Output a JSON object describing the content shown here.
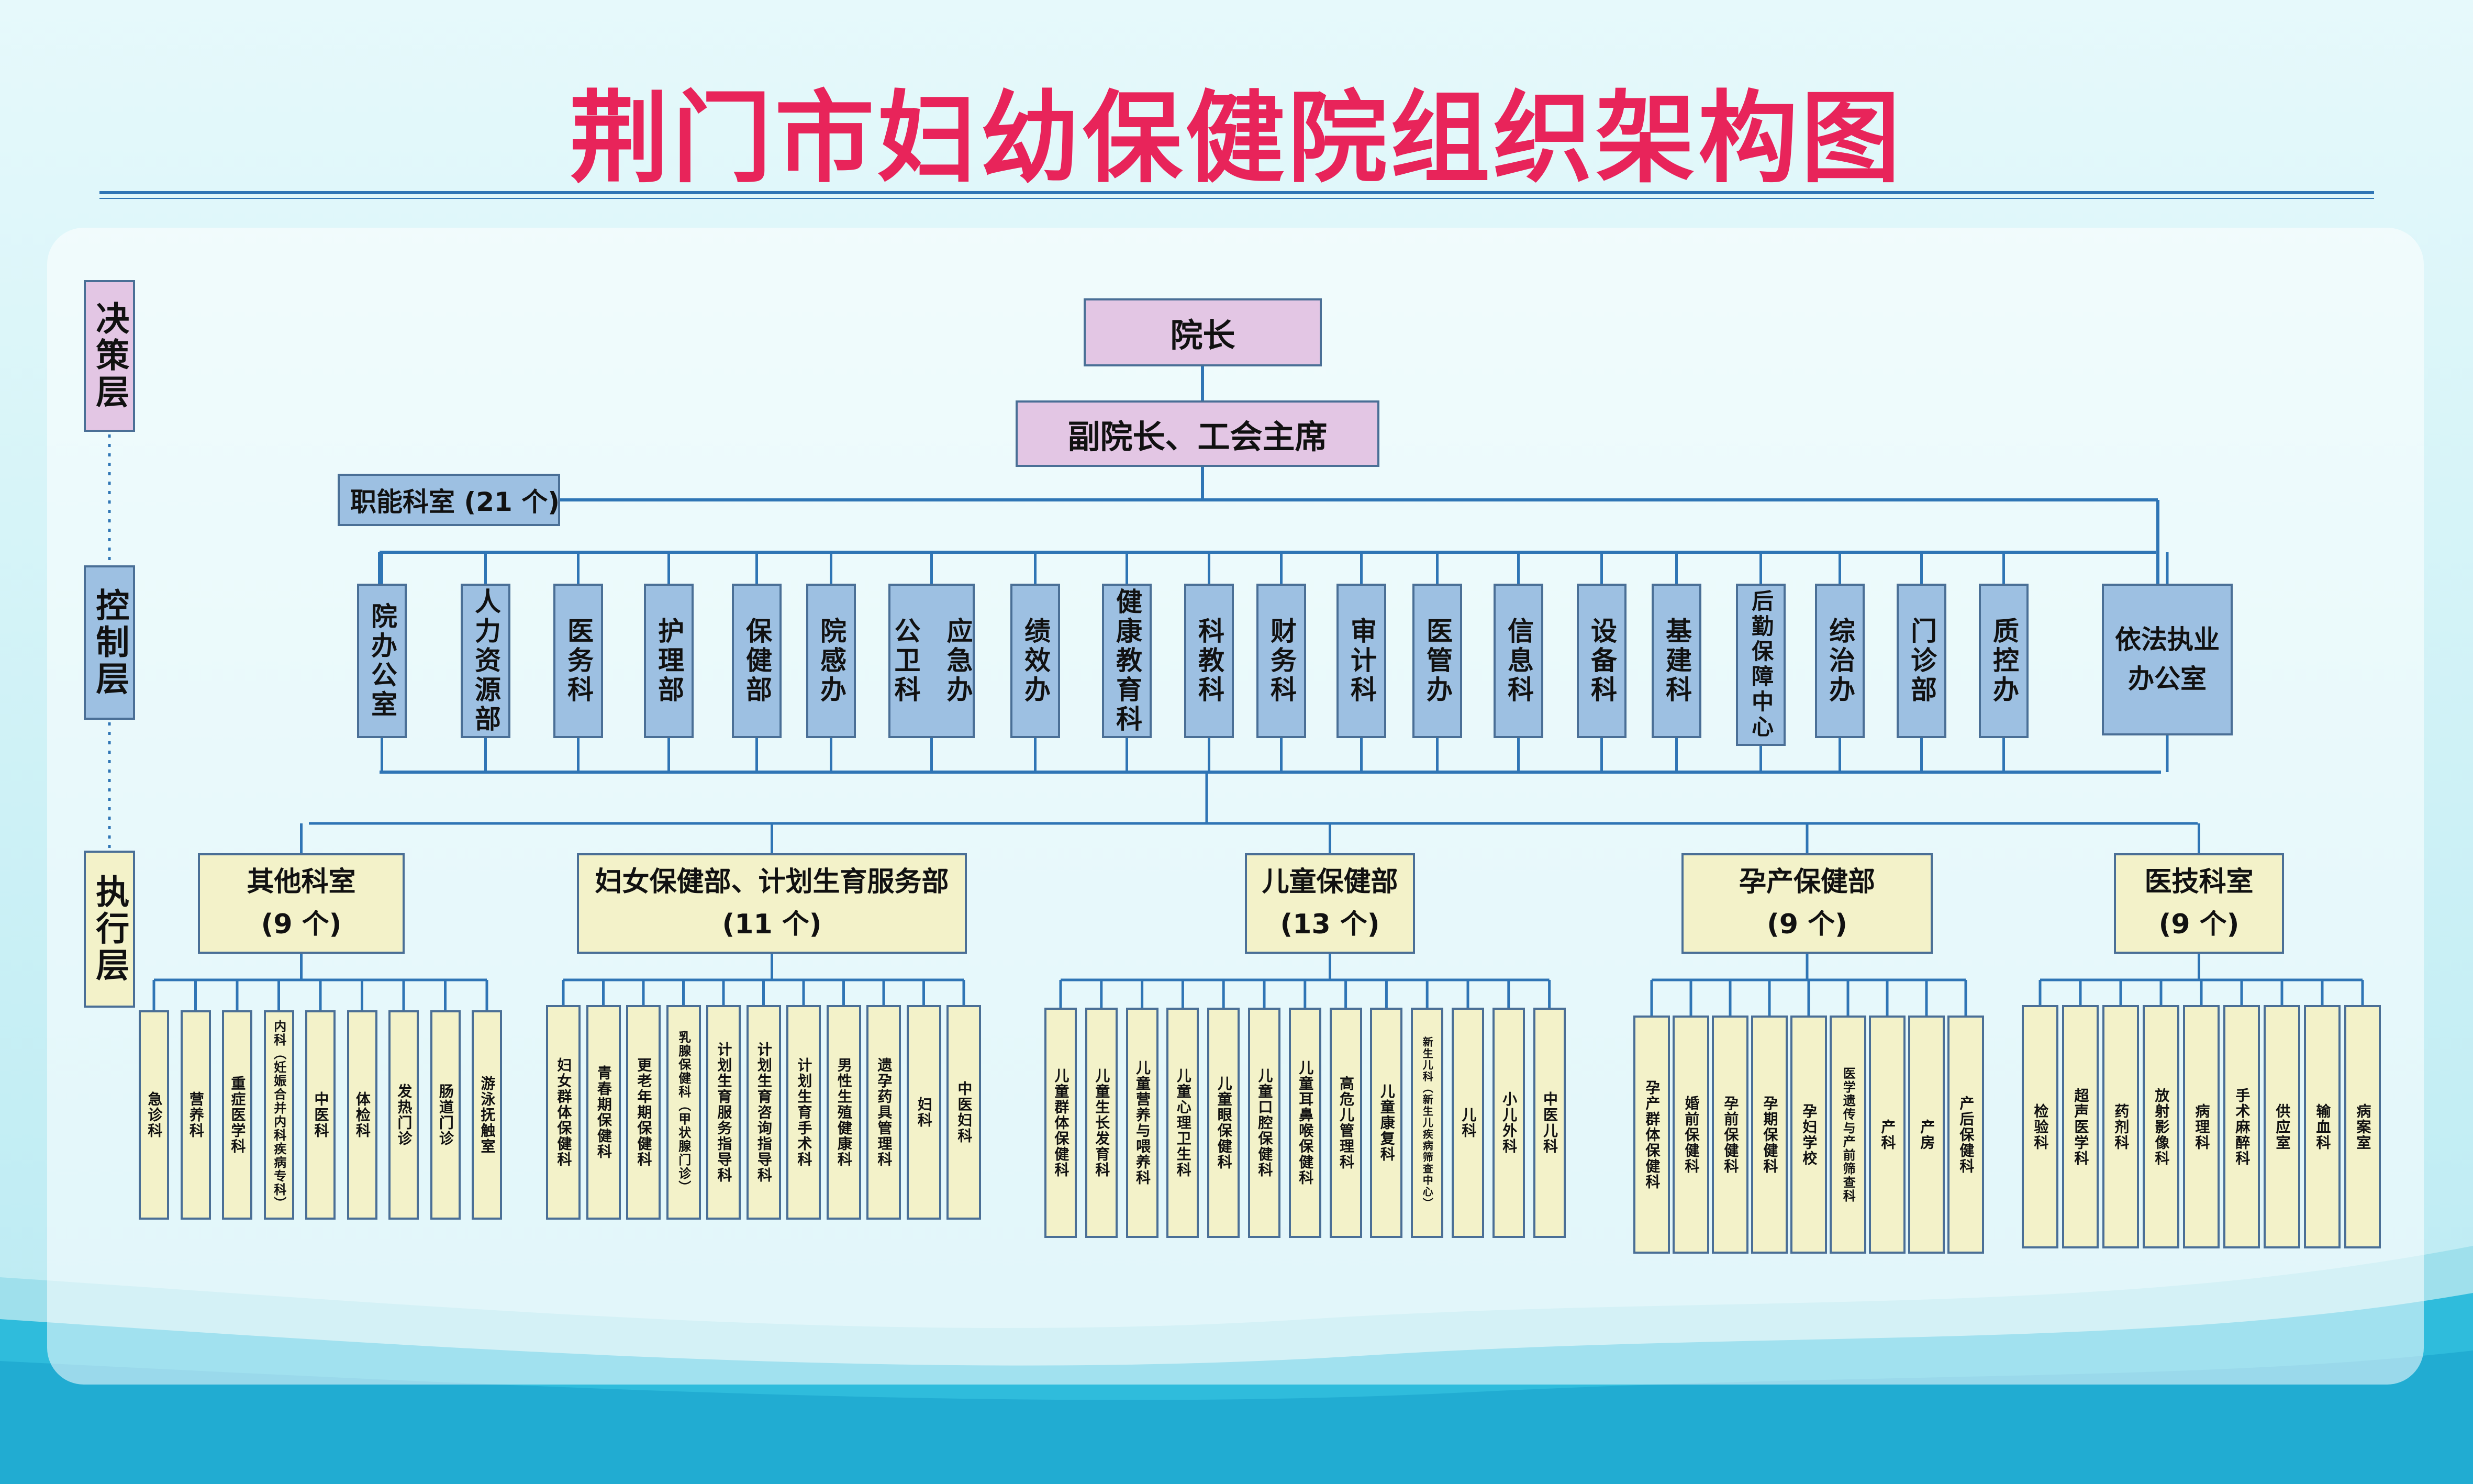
{
  "title": "荆门市妇幼保健院组织架构图",
  "layers": [
    "决策层",
    "控制层",
    "执行层"
  ],
  "top": {
    "director": "院长",
    "deputy": "副院长、工会主席"
  },
  "functional": {
    "label": "职能科室 (21 个)",
    "offices": [
      "院办公室",
      "人力资源部",
      "医务科",
      "护理部",
      "保健部",
      "院感办",
      "公卫科 应急办",
      "绩效办",
      "健康教育科",
      "科教科",
      "财务科",
      "审计科",
      "医管办",
      "信息科",
      "设备科",
      "基建科",
      "后勤保障中心",
      "综治办",
      "门诊部",
      "质控办",
      "依法执业办公室"
    ]
  },
  "departments": [
    {
      "name": "其他科室",
      "count": "(9 个)",
      "units": [
        "急诊科",
        "营养科",
        "重症医学科",
        "内科（妊娠合并内科疾病专科）",
        "中医科",
        "体检科",
        "发热门诊",
        "肠道门诊",
        "游泳抚触室"
      ]
    },
    {
      "name": "妇女保健部、计划生育服务部",
      "count": "(11 个)",
      "units": [
        "妇女群体保健科",
        "青春期保健科",
        "更老年期保健科",
        "乳腺保健科（甲状腺门诊）",
        "计划生育服务指导科",
        "计划生育咨询指导科",
        "计划生育手术科",
        "男性生殖健康科",
        "遗孕药具管理科",
        "妇科",
        "中医妇科"
      ]
    },
    {
      "name": "儿童保健部",
      "count": "(13 个)",
      "units": [
        "儿童群体保健科",
        "儿童生长发育科",
        "儿童营养与喂养科",
        "儿童心理卫生科",
        "儿童眼保健科",
        "儿童口腔保健科",
        "儿童耳鼻喉保健科",
        "高危儿管理科",
        "儿童康复科",
        "新生儿科（新生儿疾病筛查中心）",
        "儿科",
        "小儿外科",
        "中医儿科"
      ]
    },
    {
      "name": "孕产保健部",
      "count": "(9 个)",
      "units": [
        "孕产群体保健科",
        "婚前保健科",
        "孕前保健科",
        "孕期保健科",
        "孕妇学校",
        "医学遗传与产前筛查科",
        "产科",
        "产房",
        "产后保健科"
      ]
    },
    {
      "name": "医技科室",
      "count": "(9 个)",
      "units": [
        "检验科",
        "超声医学科",
        "药剂科",
        "放射影像科",
        "病理科",
        "手术麻醉科",
        "供应室",
        "输血科",
        "病案室"
      ]
    }
  ],
  "colors": {
    "title": "#e8245a",
    "top": "#e3c6e4",
    "functional": "#9dc0e2",
    "execution": "#f3f2c9",
    "line": "#2f75b5"
  }
}
